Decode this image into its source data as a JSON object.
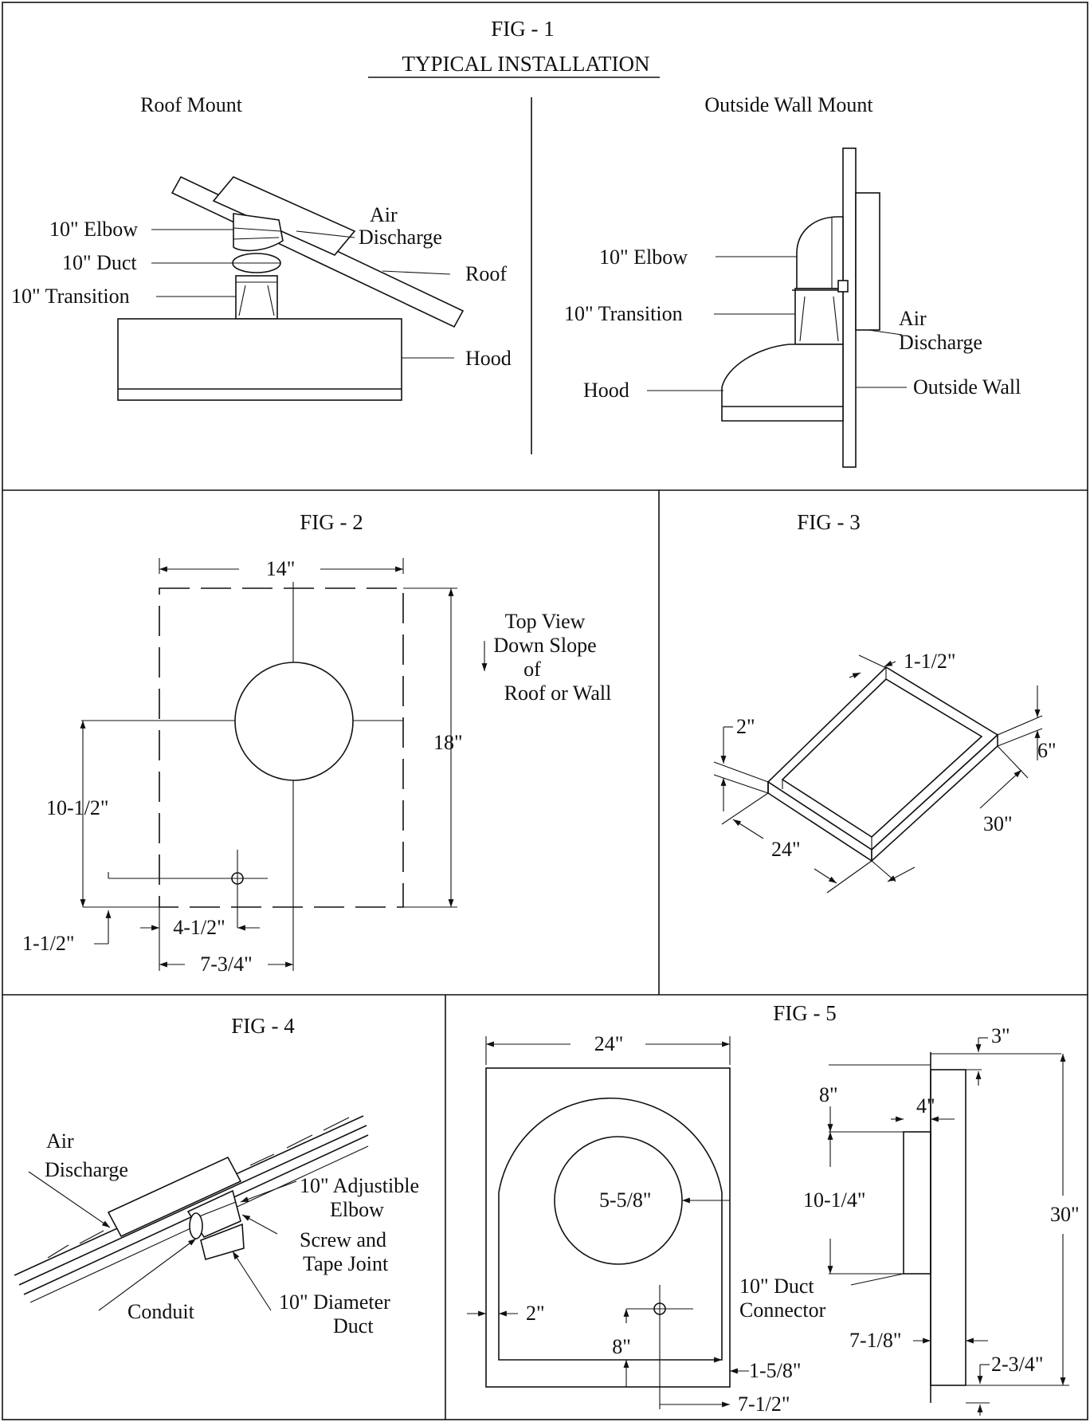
{
  "fig1": {
    "title": "FIG - 1",
    "subtitle": "TYPICAL INSTALLATION",
    "roof": {
      "heading": "Roof Mount",
      "elbow": "10\" Elbow",
      "duct": "10\" Duct",
      "transition": "10\" Transition",
      "air": "Air",
      "discharge": "Discharge",
      "roof": "Roof",
      "hood": "Hood"
    },
    "wall": {
      "heading": "Outside Wall Mount",
      "elbow": "10\" Elbow",
      "transition": "10\" Transition",
      "air": "Air",
      "discharge": "Discharge",
      "hood": "Hood",
      "outside_wall": "Outside Wall"
    }
  },
  "fig2": {
    "title": "FIG - 2",
    "dim_width": "14\"",
    "dim_height": "18\"",
    "dim_10_5": "10-1/2\"",
    "dim_1_5": "1-1/2\"",
    "dim_4_5": "4-1/2\"",
    "dim_7_75": "7-3/4\"",
    "note_line1": "Top View",
    "note_line2": "Down Slope",
    "note_line3": "of",
    "note_line4": "Roof or Wall"
  },
  "fig3": {
    "title": "FIG - 3",
    "dim_1_5": "1-1/2\"",
    "dim_2": "2\"",
    "dim_6": "6\"",
    "dim_30": "30\"",
    "dim_24": "24\""
  },
  "fig4": {
    "title": "FIG - 4",
    "air": "Air",
    "discharge": "Discharge",
    "adj_elbow1": "10\" Adjustible",
    "adj_elbow2": "Elbow",
    "screw1": "Screw and",
    "screw2": "Tape Joint",
    "conduit": "Conduit",
    "diam1": "10\" Diameter",
    "diam2": "Duct"
  },
  "fig5": {
    "title": "FIG - 5",
    "dim_24": "24\"",
    "dim_5_58": "5-5/8\"",
    "dim_2": "2\"",
    "dim_8_bottom": "8\"",
    "dim_1_58": "1-5/8\"",
    "dim_7_5": "7-1/2\"",
    "dim_3": "3\"",
    "dim_8_top": "8\"",
    "dim_4": "4\"",
    "dim_10_14": "10-1/4\"",
    "dim_30": "30\"",
    "duct1": "10\" Duct",
    "duct2": "Connector",
    "dim_7_18": "7-1/8\"",
    "dim_2_34": "2-3/4\""
  }
}
